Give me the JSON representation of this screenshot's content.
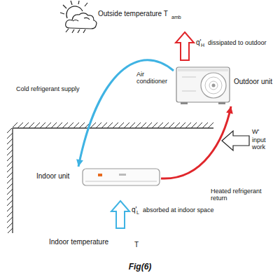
{
  "diagram": {
    "caption": "Fig(6)",
    "nodes": [
      {
        "text": [
          "Outdoor unit"
        ]
      },
      {
        "text": [
          "Indoor unit"
        ]
      }
    ],
    "edges": [
      {
        "from": 0,
        "to": 1,
        "arrow": "to",
        "label": "Cold refrigerant supply"
      },
      {
        "from": 1,
        "to": 0,
        "arrow": "to",
        "label": "Heated refrigerant return"
      }
    ],
    "labels": [
      "Outside temperature T",
      "amb",
      "q'",
      "H",
      "dissipated to outdoor",
      "Air conditioner",
      "W'",
      "input work",
      "q'",
      "L",
      "absorbed at indoor space",
      "Indoor temperature",
      "T"
    ]
  }
}
